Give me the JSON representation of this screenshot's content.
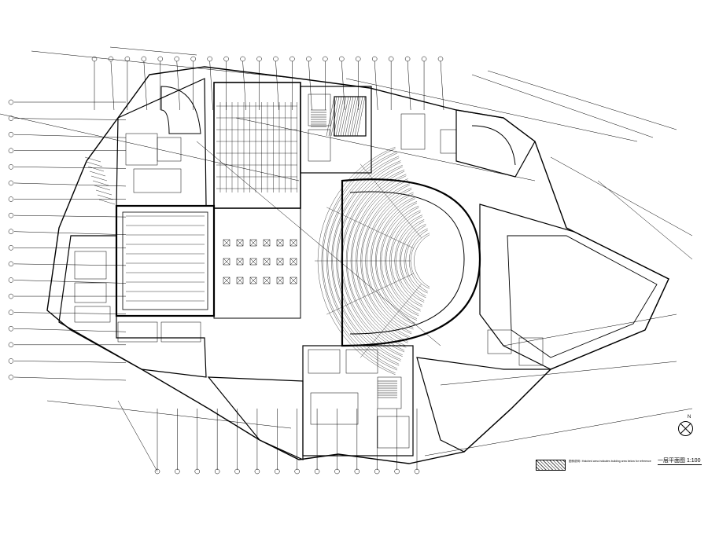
{
  "drawing": {
    "plan_title": "一层平面图",
    "scale": "1:100",
    "north_label": "N",
    "legend_text": "图例说明 / Hatched area indicates building area below for reference",
    "stroke_color": "#000000",
    "background_color": "#ffffff"
  },
  "grid": {
    "left_axis_count": 18,
    "top_axis_count": 22,
    "bottom_axis_count": 14
  },
  "auditorium": {
    "seat_rows": 20
  },
  "stage_boxes": {
    "columns": 6,
    "rows": 3
  }
}
